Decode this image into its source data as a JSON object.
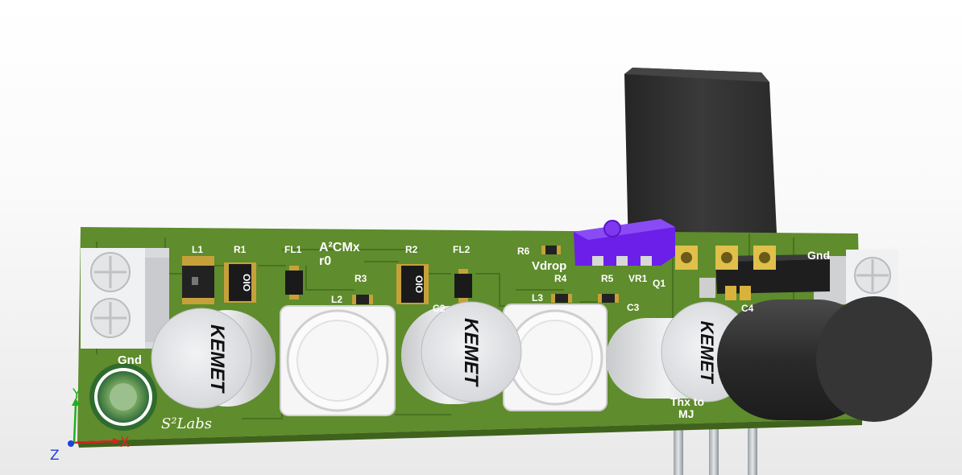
{
  "board": {
    "title": "A²CMx",
    "revision": "r0",
    "vdrop_label": "Vdrop",
    "thanks_line1": "Thx to",
    "thanks_line2": "MJ",
    "gnd_left": "Gnd",
    "gnd_right": "Gnd",
    "logo": "S²Labs"
  },
  "refdes": {
    "L1": "L1",
    "R1": "R1",
    "FL1": "FL1",
    "R2": "R2",
    "FL2": "FL2",
    "R3": "R3",
    "L2": "L2",
    "C2": "C2",
    "R6": "R6",
    "R4": "R4",
    "R5": "R5",
    "VR1": "VR1",
    "Q1": "Q1",
    "L3": "L3",
    "C3": "C3",
    "C4": "C4"
  },
  "parts": {
    "resistor_marking": "OIO",
    "cap_brand": "KEMET"
  },
  "axes": {
    "x": "X",
    "y": "Y",
    "z": "Z"
  },
  "colors": {
    "pcb": "#5f8c2c",
    "trace": "#4a7222",
    "trimmer": "#6b1fe8",
    "heatsink": "#2e2e2e",
    "cap": "#e6e8ea",
    "x_axis": "#e02020",
    "y_axis": "#20b020",
    "z_axis": "#2040e0"
  }
}
